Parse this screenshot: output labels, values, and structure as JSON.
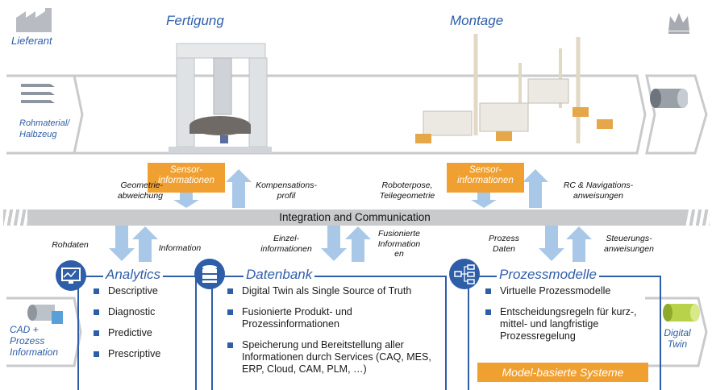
{
  "header": {
    "lieferant": "Lieferant",
    "fertigung": "Fertigung",
    "montage": "Montage"
  },
  "side": {
    "rohmaterial": "Rohmaterial/\nHalbzeug",
    "cad": "CAD +\nProzess\nInformation",
    "digital_twin": "Digital\nTwin"
  },
  "flows": {
    "geometrie": "Geometrie-\nabweichung",
    "sensor1": "Sensor-\ninformationen",
    "kompensation": "Kompensations-\nprofil",
    "roboterpose": "Roboterpose,\nTeilegeometrie",
    "sensor2": "Sensor-\ninformationen",
    "rc": "RC & Navigations-\nanweisungen",
    "integration": "Integration and Communication",
    "rohdaten": "Rohdaten",
    "information": "Information",
    "einzel": "Einzel-\ninformationen",
    "fusionierte": "Fusionierte\nInformation\nen",
    "prozess_daten": "Prozess\nDaten",
    "steuerung": "Steuerungs-\nanweisungen"
  },
  "analytics": {
    "title": "Analytics",
    "items": [
      "Descriptive",
      "Diagnostic",
      "Predictive",
      "Prescriptive"
    ]
  },
  "datenbank": {
    "title": "Datenbank",
    "items": [
      "Digital Twin als Single Source of Truth",
      "Fusionierte Produkt- und Prozessinformationen",
      "Speicherung und Bereitstellung aller Informationen durch Services (CAQ, MES, ERP, Cloud, CAM, PLM, …)"
    ]
  },
  "prozessmodelle": {
    "title": "Prozessmodelle",
    "items": [
      "Virtuelle Prozessmodelle",
      "Entscheidungsregeln für kurz-, mittel- und langfristige Prozessregelung"
    ],
    "banner": "Model-basierte Systeme"
  },
  "colors": {
    "blue": "#2f5ea8",
    "orange": "#f0a030",
    "arrow": "#a9c8e8",
    "band": "#c9cacc"
  }
}
